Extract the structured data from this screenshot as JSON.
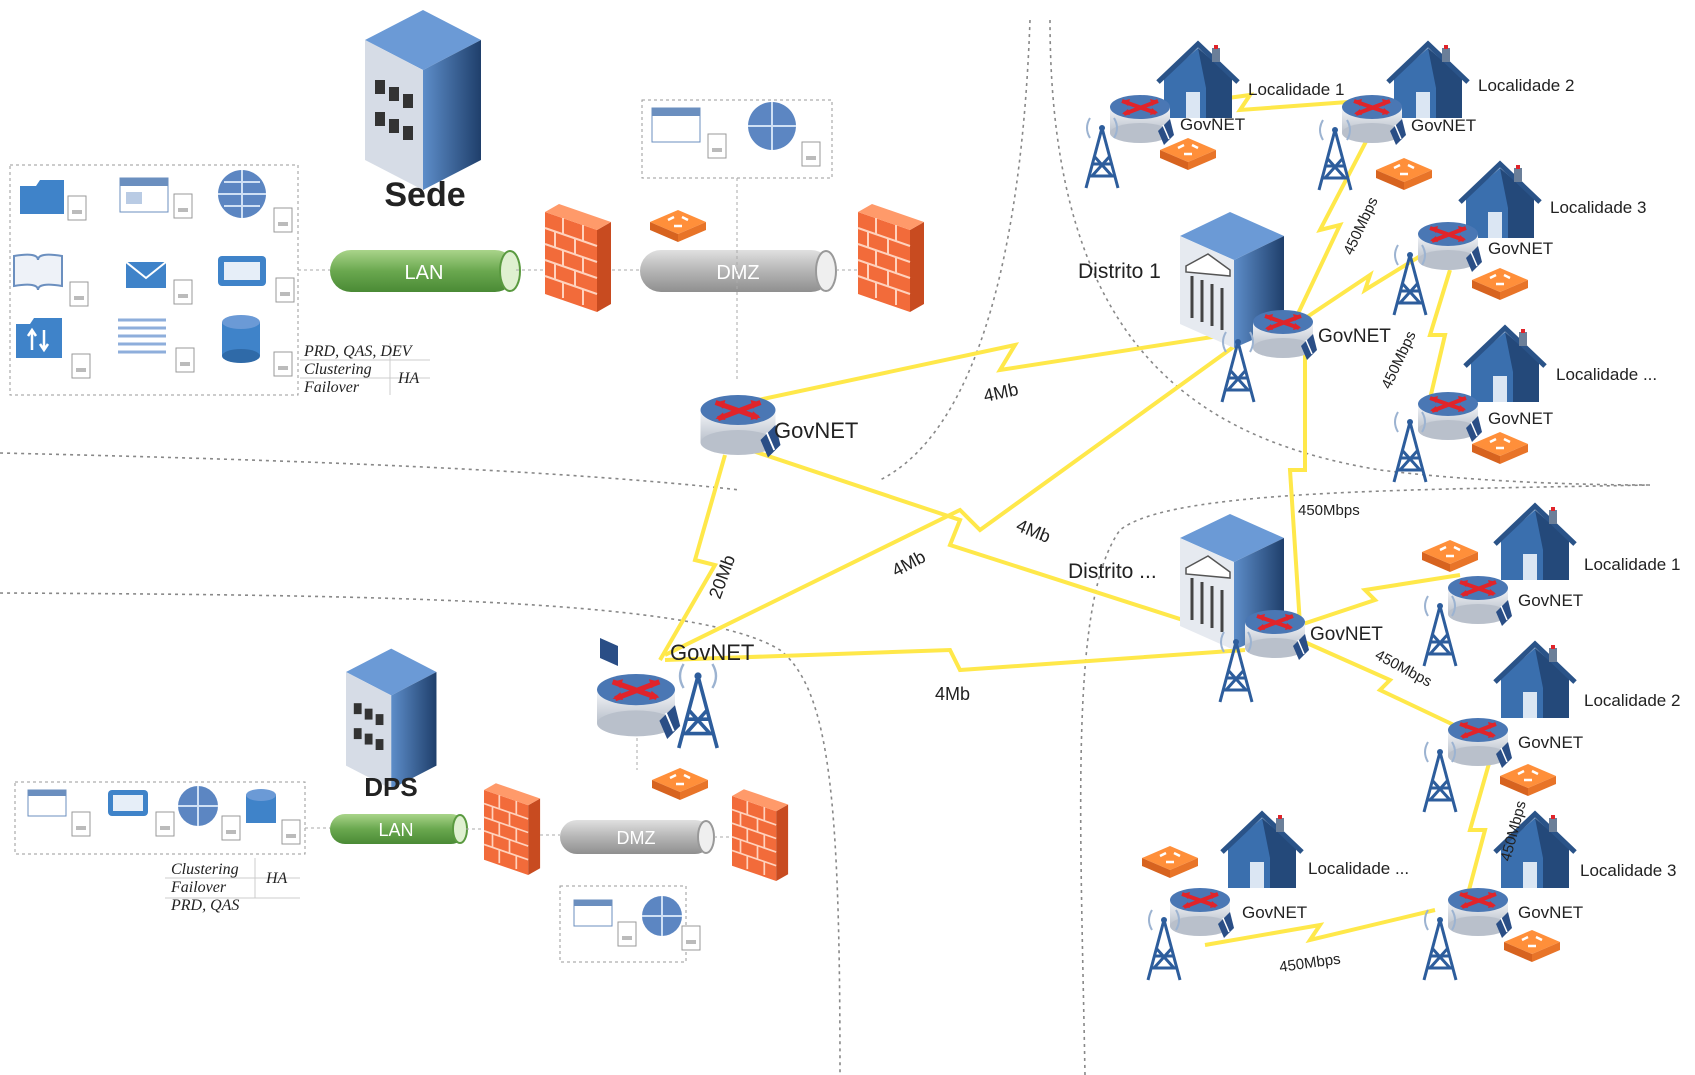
{
  "sites": {
    "sede": {
      "title": "Sede",
      "lan": "LAN",
      "dmz": "DMZ",
      "notes": [
        "PRD, QAS, DEV",
        "Clustering",
        "Failover"
      ],
      "ha": "HA",
      "router": "GovNET"
    },
    "dps": {
      "title": "DPS",
      "lan": "LAN",
      "dmz": "DMZ",
      "notes": [
        "Clustering",
        "Failover",
        "PRD, QAS"
      ],
      "ha": "HA",
      "router": "GovNET"
    }
  },
  "districts": {
    "d1": {
      "name": "Distrito 1",
      "router": "GovNET"
    },
    "d2": {
      "name": "Distrito ...",
      "router": "GovNET"
    }
  },
  "localities_top": [
    {
      "name": "Localidade 1",
      "router": "GovNET"
    },
    {
      "name": "Localidade 2",
      "router": "GovNET"
    },
    {
      "name": "Localidade 3",
      "router": "GovNET"
    },
    {
      "name": "Localidade ...",
      "router": "GovNET"
    }
  ],
  "localities_bottom": [
    {
      "name": "Localidade 1",
      "router": "GovNET"
    },
    {
      "name": "Localidade 2",
      "router": "GovNET"
    },
    {
      "name": "Localidade 3",
      "router": "GovNET"
    },
    {
      "name": "Localidade ...",
      "router": "GovNET"
    }
  ],
  "links": {
    "sede_dps": "20Mb",
    "sede_d1": "4Mb",
    "sede_d2": "4Mb",
    "dps_d1": "4Mb",
    "dps_d2": "4Mb",
    "top_d1_l3": "450Mbps",
    "top_l3_l4": "450Mbps",
    "d1_d2": "450Mbps",
    "bot_d2_l2": "450Mbps",
    "bot_l2_l3": "450Mbps",
    "bot_l3_l4": "450Mbps"
  },
  "colors": {
    "link": "#ffe84a",
    "router": "#dfe3ea",
    "arrow": "#e0242a",
    "firewall": "#f26b3a",
    "house": "#3a6fae",
    "lan": "#6aa84f",
    "dmz": "#b8b8b8",
    "server": "#4a7fc1"
  }
}
